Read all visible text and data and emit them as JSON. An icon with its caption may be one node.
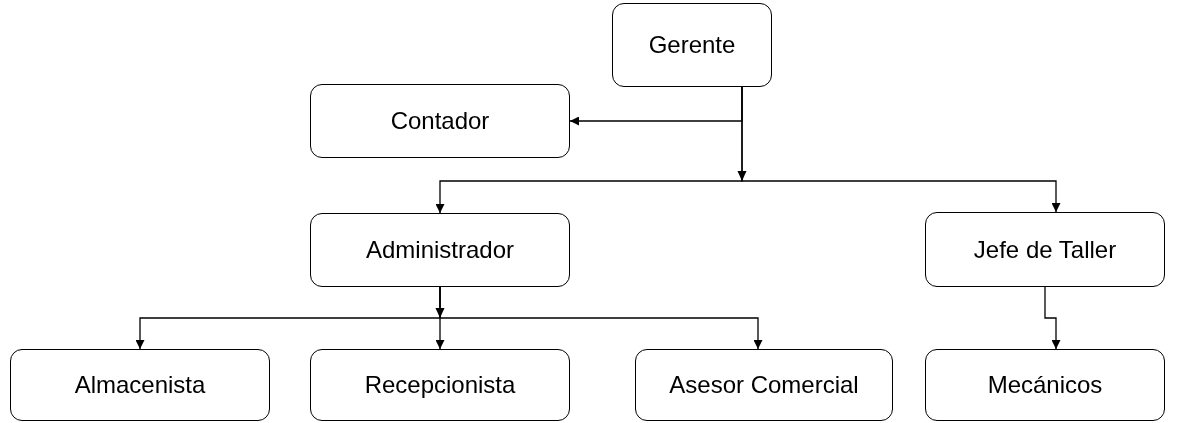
{
  "diagram": {
    "nodes": [
      {
        "text": [
          "Gerente"
        ]
      },
      {
        "text": [
          "Contador"
        ]
      },
      {
        "text": [
          "Administrador"
        ]
      },
      {
        "text": [
          "Jefe de Taller"
        ]
      },
      {
        "text": [
          "Almacenista"
        ]
      },
      {
        "text": [
          "Recepcionista"
        ]
      },
      {
        "text": [
          "Asesor Comercial"
        ]
      },
      {
        "text": [
          "Mecánicos"
        ]
      }
    ],
    "edges": [
      {
        "from": 0,
        "to": 1,
        "arrow": "to"
      },
      {
        "from": 0,
        "to": 2,
        "arrow": "to"
      },
      {
        "from": 0,
        "to": 3,
        "arrow": "to"
      },
      {
        "from": 2,
        "to": 4,
        "arrow": "to"
      },
      {
        "from": 2,
        "to": 5,
        "arrow": "to"
      },
      {
        "from": 2,
        "to": 6,
        "arrow": "to"
      },
      {
        "from": 3,
        "to": 7,
        "arrow": "to"
      }
    ]
  }
}
